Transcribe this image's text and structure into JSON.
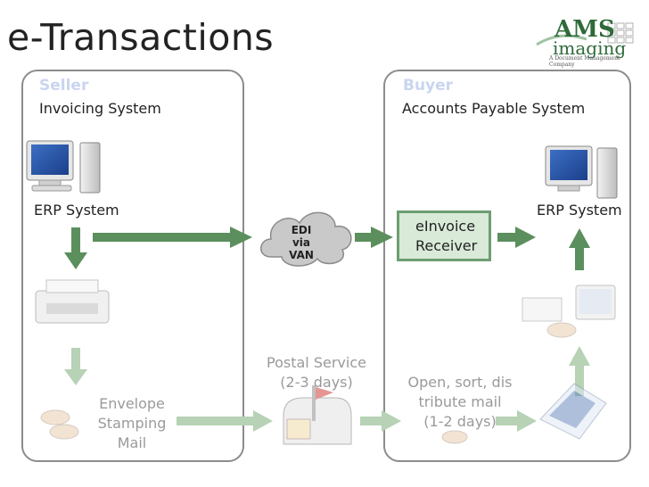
{
  "title": "e-Transactions",
  "logo": {
    "brand_top": "AMS",
    "brand_bottom": "imaging",
    "tagline": "A Document Management Company"
  },
  "seller": {
    "header": "Seller",
    "subtitle": "Invoicing System",
    "erp_label": "ERP System",
    "envelope_label": [
      "Envelope",
      "Stamping",
      "Mail"
    ]
  },
  "buyer": {
    "header": "Buyer",
    "subtitle": "Accounts Payable System",
    "erp_label": "ERP System",
    "einvoice_label": [
      "eInvoice",
      "Receiver"
    ],
    "open_sort_label": [
      "Open, sort, dis",
      "tribute mail",
      "(1-2 days)"
    ]
  },
  "cloud": {
    "label": [
      "EDI",
      "via",
      "VAN"
    ]
  },
  "postal": {
    "label": [
      "Postal Service",
      "(2-3 days)"
    ]
  },
  "colors": {
    "arrow_active": "#5b8f5d",
    "arrow_faded": "#b7d2b5",
    "panel_border": "#8c8c8c",
    "header_faded": "#c9d5ef",
    "einvoice_fill": "#d9ead9"
  }
}
